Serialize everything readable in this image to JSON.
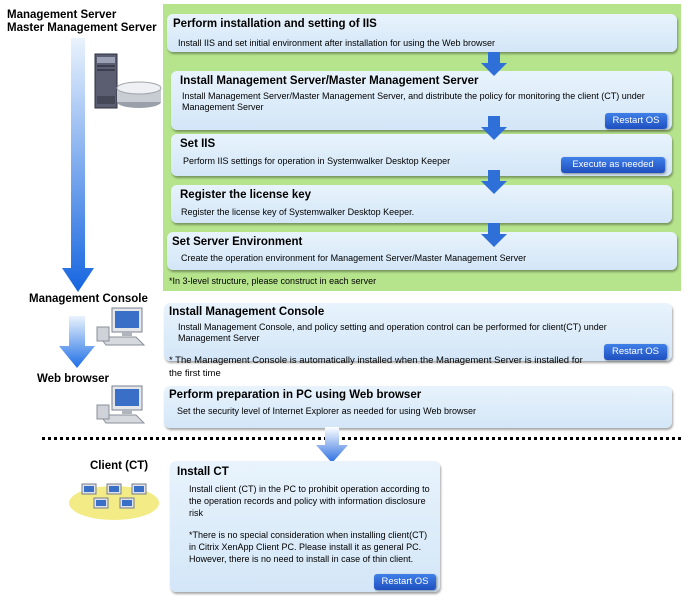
{
  "labels": {
    "server_line1": "Management Server",
    "server_line2": "Master Management Server",
    "console": "Management Console",
    "browser": "Web browser",
    "client": "Client (CT)"
  },
  "steps": [
    {
      "title": "Perform installation and setting of IIS",
      "desc": "Install IIS and set initial environment after installation for using the Web browser"
    },
    {
      "title": "Install Management Server/Master Management Server",
      "desc": "Install Management Server/Master Management Server, and distribute  the policy for monitoring the client (CT) under Management Server",
      "button": "Restart OS"
    },
    {
      "title": "Set IIS",
      "desc": "Perform IIS settings for operation in Systemwalker Desktop  Keeper",
      "button": "Execute as needed"
    },
    {
      "title": "Register the license key",
      "desc": "Register the license key of Systemwalker Desktop Keeper."
    },
    {
      "title": "Set Server Environment",
      "desc": "Create the operation environment for Management Server/Master Management Server"
    }
  ],
  "server_note": "*In 3-level structure, please construct in each server",
  "console_step": {
    "title": "Install Management Console",
    "desc": "Install Management Console, and policy setting and operation control can be performed for client(CT) under Management Server",
    "button": "Restart OS",
    "note": "* The Management  Console is automatically  installed when the Management  Server is installed  for the first time"
  },
  "browser_step": {
    "title": "Perform preparation in PC using Web browser",
    "desc": "Set the security level of Internet Explorer as needed for using Web browser"
  },
  "client_step": {
    "title": "Install CT",
    "desc": "Install client (CT) in the PC to prohibit operation according to the operation records and policy with information disclosure risk",
    "note": "*There is no special consideration when installing client(CT) in Citrix XenApp Client PC. Please install it as general PC. However, there is no need to install in case of thin client.",
    "button": "Restart OS"
  }
}
